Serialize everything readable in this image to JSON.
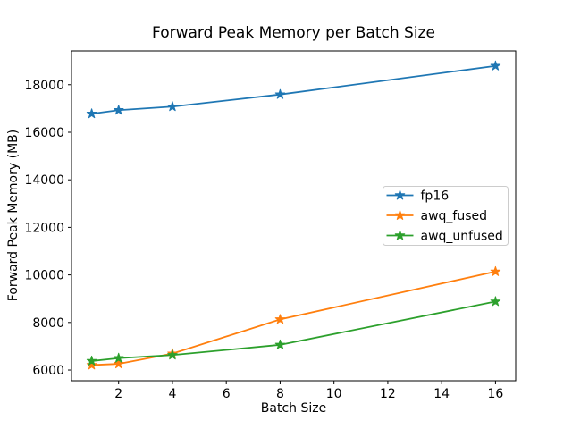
{
  "chart_data": {
    "type": "line",
    "title": "Forward Peak Memory per Batch Size",
    "xlabel": "Batch Size",
    "ylabel": "Forward Peak Memory (MB)",
    "x": [
      1,
      2,
      4,
      8,
      16
    ],
    "series": [
      {
        "name": "fp16",
        "color": "#1f77b4",
        "marker": "star",
        "values": [
          16780,
          16930,
          17080,
          17590,
          18790
        ]
      },
      {
        "name": "awq_fused",
        "color": "#ff7f0e",
        "marker": "star",
        "values": [
          6210,
          6260,
          6690,
          8130,
          10140
        ]
      },
      {
        "name": "awq_unfused",
        "color": "#2ca02c",
        "marker": "star",
        "values": [
          6380,
          6500,
          6630,
          7060,
          8880
        ]
      }
    ],
    "xlim": [
      0.25,
      16.75
    ],
    "ylim": [
      5550,
      19420
    ],
    "xticks": [
      2,
      4,
      6,
      8,
      10,
      12,
      14,
      16
    ],
    "yticks": [
      6000,
      8000,
      10000,
      12000,
      14000,
      16000,
      18000
    ],
    "grid": false,
    "legend_position": "center right",
    "legend_frame_color": "#cccccc",
    "background": "#ffffff",
    "axis_color": "#000000"
  }
}
